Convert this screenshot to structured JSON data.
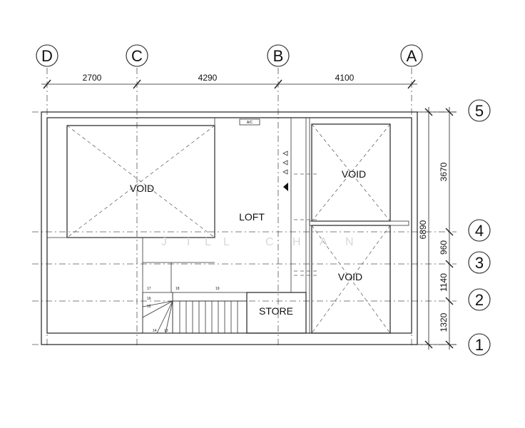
{
  "grid": {
    "columns": [
      "D",
      "C",
      "B",
      "A"
    ],
    "rows": [
      "5",
      "4",
      "3",
      "2",
      "1"
    ]
  },
  "dimensions": {
    "top": [
      "2700",
      "4290",
      "4100"
    ],
    "right": [
      "3670",
      "960",
      "1140",
      "1320"
    ],
    "overall": "6890"
  },
  "rooms": {
    "void_left": "VOID",
    "loft": "LOFT",
    "void_right_top": "VOID",
    "void_right_bottom": "VOID",
    "store": "STORE"
  },
  "ac_label": "A/C",
  "stair_numbers": [
    "17",
    "18",
    "19",
    "16",
    "15",
    "14",
    "13"
  ],
  "watermark": [
    "J",
    "I",
    "L",
    "L",
    "C",
    "H",
    "A",
    "N"
  ]
}
